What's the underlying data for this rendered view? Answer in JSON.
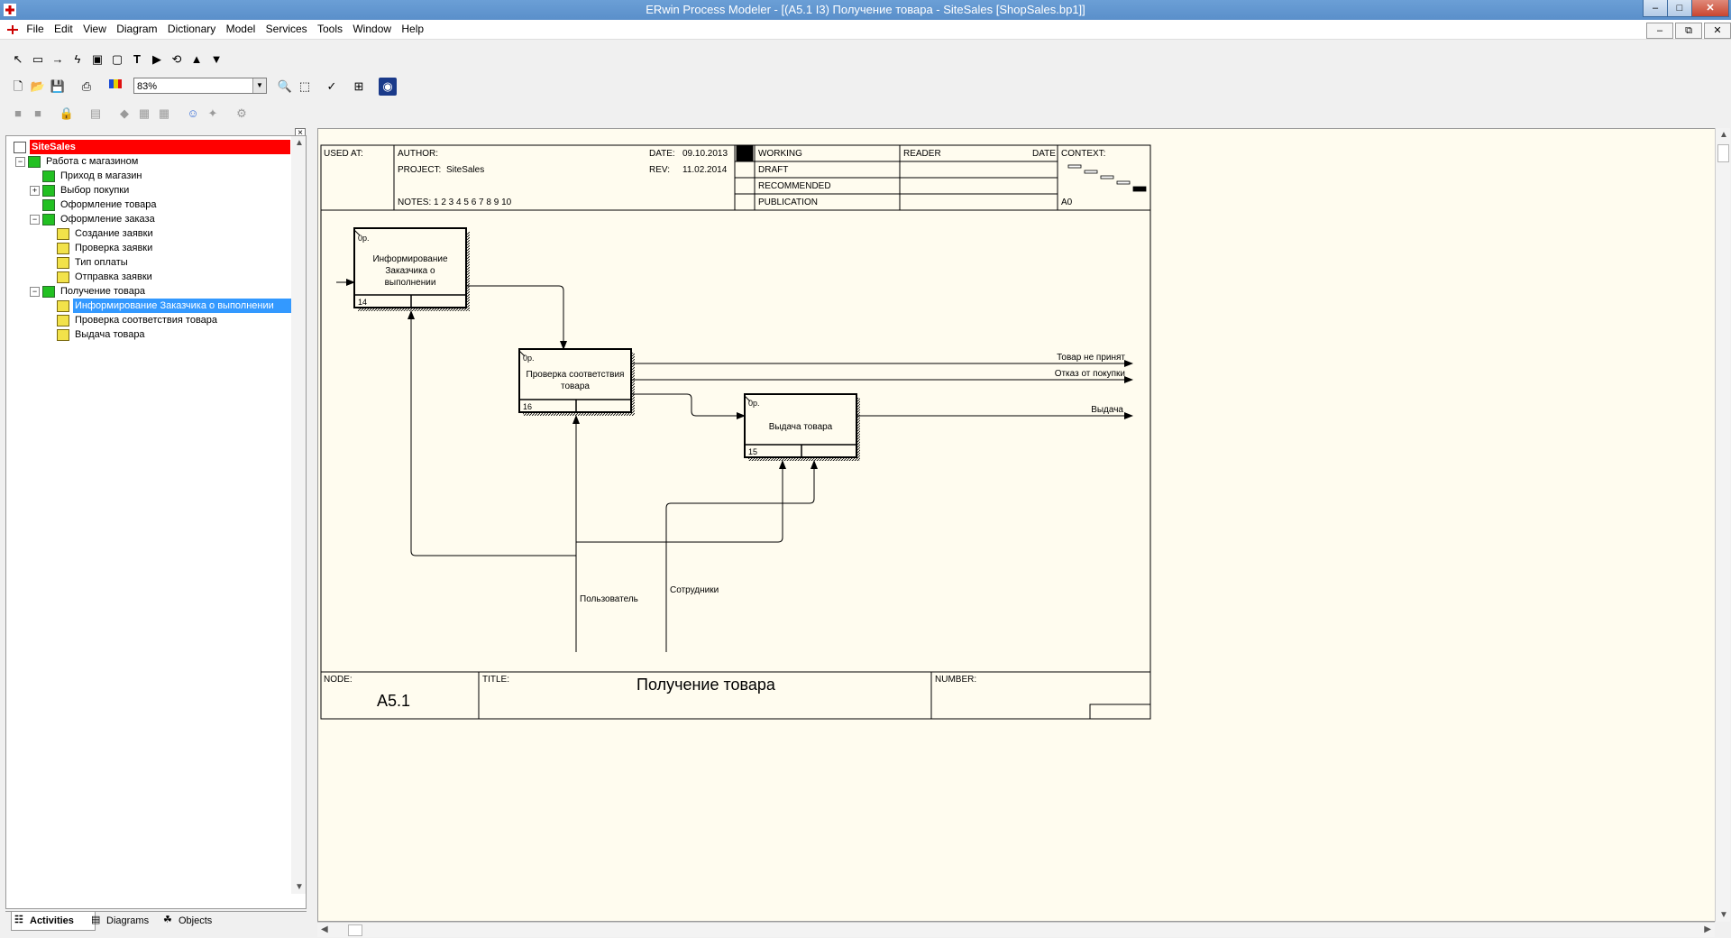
{
  "window": {
    "title": "ERwin Process Modeler - [(A5.1 I3) Получение товара - SiteSales  [ShopSales.bp1]]"
  },
  "menu": [
    "File",
    "Edit",
    "View",
    "Diagram",
    "Dictionary",
    "Model",
    "Services",
    "Tools",
    "Window",
    "Help"
  ],
  "toolbar": {
    "zoom": "83%"
  },
  "tree": {
    "root": "SiteSales",
    "items": [
      "Работа с магазином",
      "Приход в магазин",
      "Выбор покупки",
      "Оформление товара",
      "Оформление заказа",
      "Создание заявки",
      "Проверка заявки",
      "Тип оплаты",
      "Отправка заявки",
      "Получение товара",
      "Информирование Заказчика о выполнении",
      "Проверка соответствия товара",
      "Выдача товара"
    ]
  },
  "tabs": {
    "activities": "Activities",
    "diagrams": "Diagrams",
    "objects": "Objects"
  },
  "frame": {
    "used_at": "USED AT:",
    "author": "AUTHOR:",
    "project_label": "PROJECT:",
    "project": "SiteSales",
    "date_label": "DATE:",
    "date": "09.10.2013",
    "rev_label": "REV:",
    "rev": "11.02.2014",
    "notes": "NOTES:  1  2  3  4  5  6  7  8  9  10",
    "status": [
      "WORKING",
      "DRAFT",
      "RECOMMENDED",
      "PUBLICATION"
    ],
    "reader": "READER",
    "reader_date": "DATE",
    "context": "CONTEXT:",
    "context_node": "A0",
    "node_label": "NODE:",
    "node": "A5.1",
    "title_label": "TITLE:",
    "title": "Получение товара",
    "number_label": "NUMBER:"
  },
  "diagram": {
    "boxes": [
      {
        "cost": "0р.",
        "text": [
          "Информирование",
          "Заказчика о",
          "выполнении"
        ],
        "num": "14"
      },
      {
        "cost": "0р.",
        "text": [
          "Проверка соответствия",
          "товара"
        ],
        "num": "16"
      },
      {
        "cost": "0р.",
        "text": [
          "Выдача товара"
        ],
        "num": "15"
      }
    ],
    "arrows": {
      "reject": "Товар не принят",
      "refuse": "Отказ  от покупки",
      "issue": "Выдача",
      "user": "Пользователь",
      "staff": "Сотрудники"
    }
  }
}
